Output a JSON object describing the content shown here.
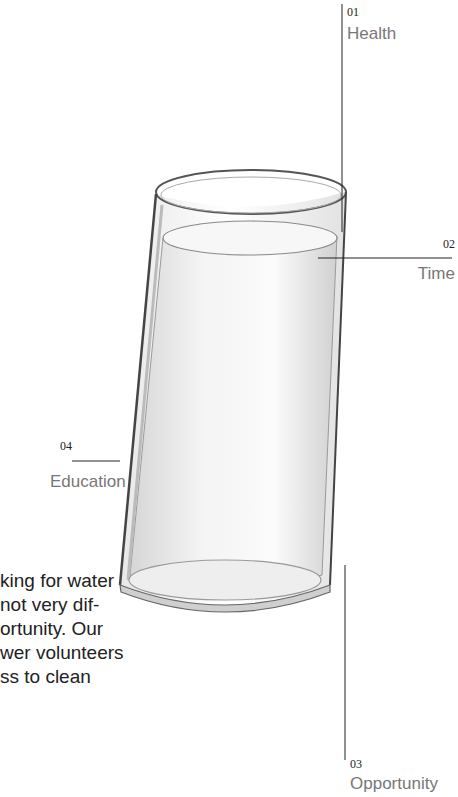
{
  "diagram": {
    "labels": [
      "01",
      "Health",
      "02",
      "Time",
      "04",
      "Education",
      "03",
      "Opportunity",
      "king for water",
      "not very dif-",
      "ortunity. Our",
      "wer volunteers",
      "ss to clean"
    ]
  }
}
